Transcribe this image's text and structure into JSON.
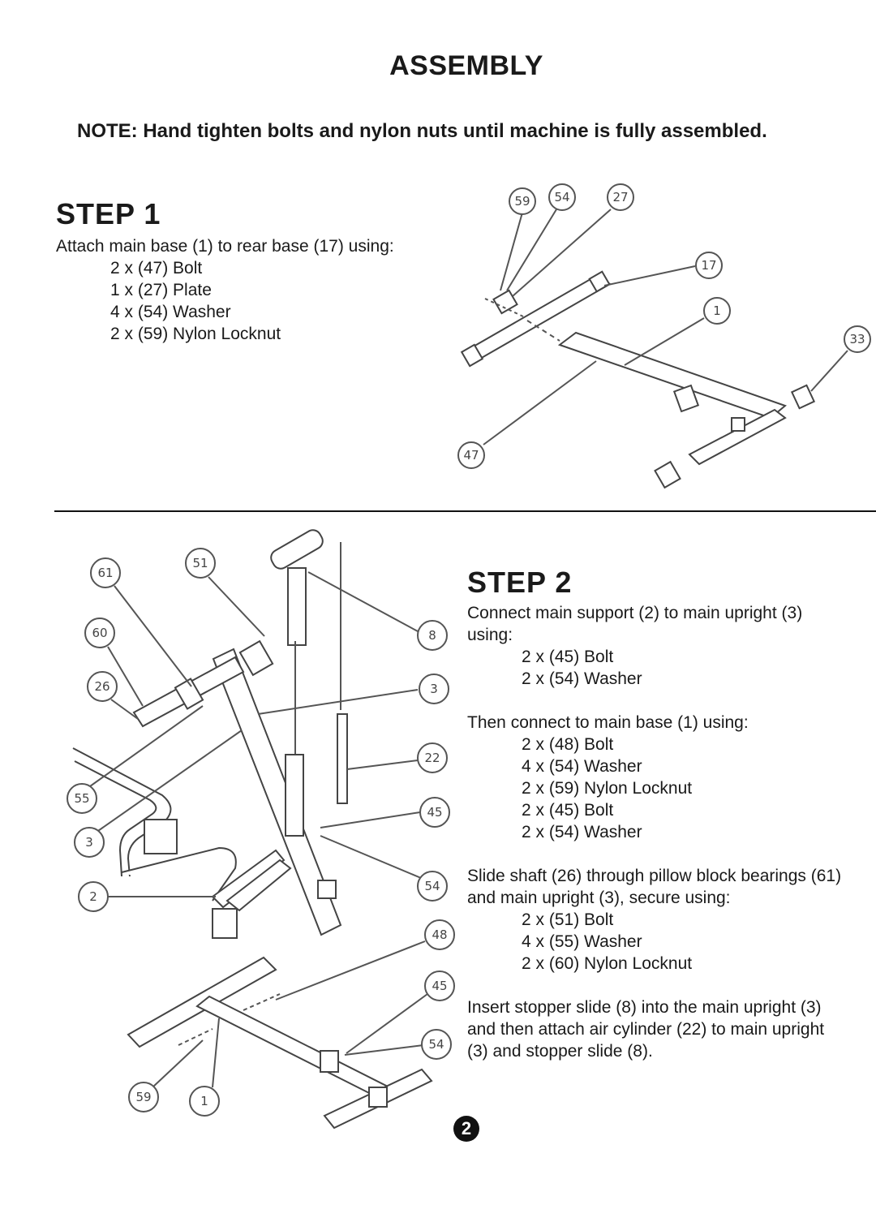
{
  "title": "ASSEMBLY",
  "note": "NOTE:  Hand tighten bolts and nylon nuts until machine is fully assembled.",
  "step1": {
    "heading": "STEP 1",
    "intro": "Attach main base (1) to rear base (17) using:",
    "items": [
      "2 x (47) Bolt",
      "1 x (27) Plate",
      "4 x (54) Washer",
      "2 x (59) Nylon Locknut"
    ],
    "callouts": [
      "59",
      "54",
      "27",
      "17",
      "1",
      "33",
      "47"
    ]
  },
  "step2": {
    "heading": "STEP 2",
    "intro_line1": "Connect main support (2) to main upright (3)",
    "intro_line2": "using:",
    "group1": [
      "2 x (45) Bolt",
      "2 x (54) Washer"
    ],
    "then": "Then connect to main base (1) using:",
    "group2": [
      "2 x (48) Bolt",
      "4 x (54) Washer",
      "2 x (59) Nylon Locknut",
      "2 x (45) Bolt",
      "2 x (54) Washer"
    ],
    "slide_line1": "Slide shaft (26) through pillow block bearings (61)",
    "slide_line2": "and main upright (3), secure using:",
    "group3": [
      "2 x (51) Bolt",
      "4 x (55) Washer",
      "2 x (60) Nylon Locknut"
    ],
    "insert_line1": "Insert stopper slide (8) into the main upright (3)",
    "insert_line2": "and then attach air cylinder (22) to main upright",
    "insert_line3": "(3) and stopper slide (8).",
    "callouts": [
      "61",
      "51",
      "60",
      "26",
      "8",
      "3",
      "22",
      "55",
      "45",
      "3",
      "54",
      "2",
      "48",
      "45",
      "54",
      "59",
      "1"
    ]
  },
  "page_number": "❷"
}
